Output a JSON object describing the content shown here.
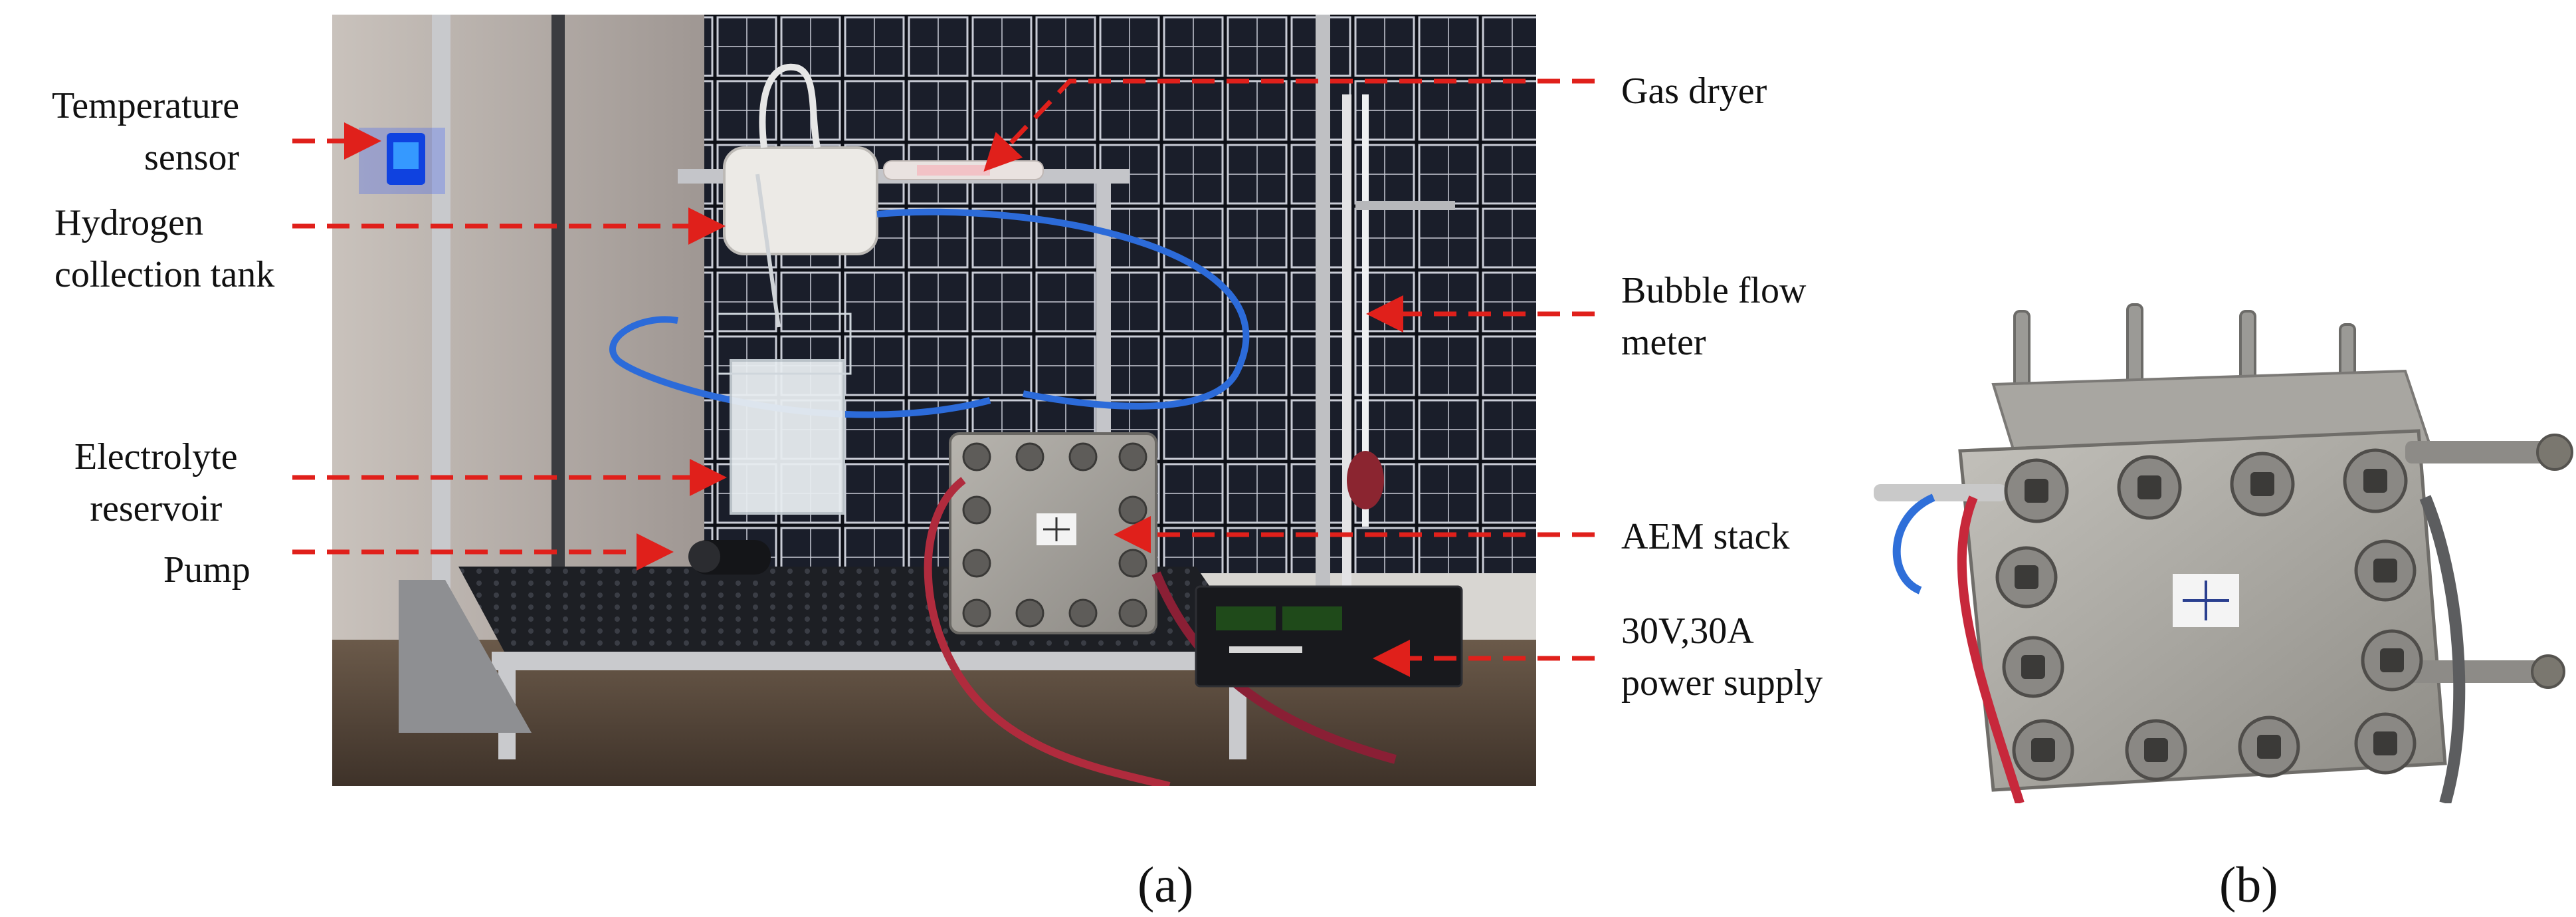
{
  "figure": {
    "panel_a": {
      "caption": "(a)",
      "labels": {
        "temperature_sensor": [
          "Temperature",
          "sensor"
        ],
        "hydrogen_tank": [
          "Hydrogen",
          "collection tank"
        ],
        "electrolyte_reservoir": [
          "Electrolyte",
          "reservoir"
        ],
        "pump": "Pump",
        "gas_dryer": "Gas dryer",
        "bubble_flow_meter": [
          "Bubble flow",
          "meter"
        ],
        "aem_stack": "AEM stack",
        "power_supply": [
          "30V,30A",
          "power supply"
        ]
      }
    },
    "panel_b": {
      "caption": "(b)"
    },
    "colors": {
      "arrow": "#e0201b",
      "background": "#ffffff"
    }
  }
}
